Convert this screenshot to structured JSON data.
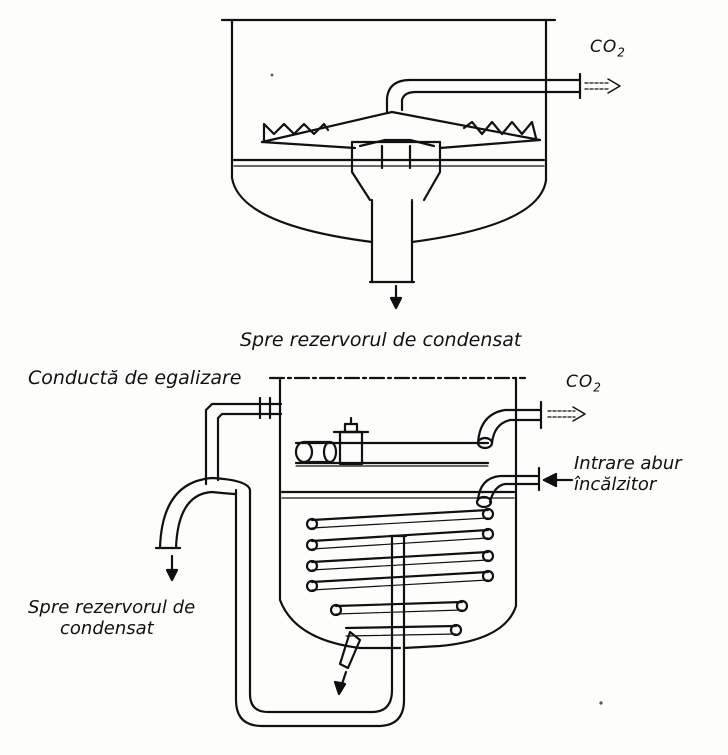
{
  "labels": {
    "co2_top": "CO",
    "co2_top_sub": "2",
    "caption_top": "Spre rezervorul de condensat",
    "equalizer": "Conductă de egalizare",
    "co2_bottom": "CO",
    "co2_bottom_sub": "2",
    "steam_in_line1": "Intrare abur",
    "steam_in_line2": "încălzitor",
    "to_tank_line1": "Spre rezervorul de",
    "to_tank_line2": "condensat"
  },
  "colors": {
    "ink": "#111111",
    "paper": "#fdfdfb"
  }
}
